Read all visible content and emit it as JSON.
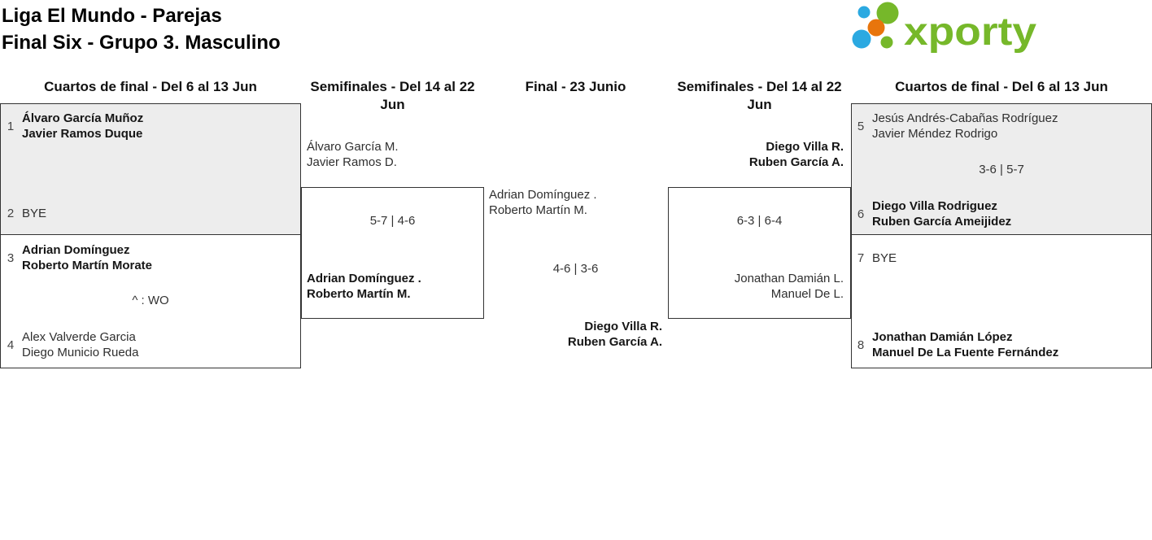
{
  "header": {
    "title_line1": "Liga El Mundo - Parejas",
    "title_line2": "Final Six - Grupo 3. Masculino"
  },
  "logo": {
    "brand": "xporty",
    "green": "#76b82a",
    "blue": "#2ba9e1",
    "orange": "#e8750c"
  },
  "colors": {
    "shaded_box": "#ededed",
    "border": "#333333"
  },
  "rounds": {
    "qf_left": "Cuartos de final - Del 6 al 13 Jun",
    "sf_left": "Semifinales - Del 14 al 22 Jun",
    "final": "Final - 23 Junio",
    "sf_right": "Semifinales - Del 14 al 22 Jun",
    "qf_right": "Cuartos de final - Del 6 al 13 Jun"
  },
  "matches": {
    "qf_left_top": {
      "seed_a": "1",
      "team_a_1": "Álvaro García Muñoz",
      "team_a_2": "Javier Ramos Duque",
      "seed_b": "2",
      "team_b_1": "BYE"
    },
    "qf_left_bottom": {
      "seed_a": "3",
      "team_a_1": "Adrian Domínguez",
      "team_a_2": "Roberto Martín Morate",
      "note": "^ : WO",
      "seed_b": "4",
      "team_b_1": "Alex Valverde Garcia",
      "team_b_2": "Diego Municio Rueda"
    },
    "sf_left": {
      "team_a_1": "Álvaro García M.",
      "team_a_2": "Javier Ramos D.",
      "score": "5-7 | 4-6",
      "team_b_1": "Adrian Domínguez .",
      "team_b_2": "Roberto Martín M."
    },
    "final": {
      "team_a_1": "Adrian Domínguez .",
      "team_a_2": "Roberto Martín M.",
      "score": "4-6 | 3-6",
      "team_b_1": "Diego Villa R.",
      "team_b_2": "Ruben García A."
    },
    "sf_right": {
      "team_a_1": "Diego Villa R.",
      "team_a_2": "Ruben García A.",
      "score": "6-3 | 6-4",
      "team_b_1": "Jonathan Damián L.",
      "team_b_2": "Manuel De L."
    },
    "qf_right_top": {
      "seed_a": "5",
      "team_a_1": "Jesús Andrés-Cabañas Rodríguez",
      "team_a_2": "Javier Méndez Rodrigo",
      "score": "3-6 | 5-7",
      "seed_b": "6",
      "team_b_1": "Diego Villa Rodriguez",
      "team_b_2": "Ruben García Ameijidez"
    },
    "qf_right_bottom": {
      "seed_a": "7",
      "team_a_1": "BYE",
      "seed_b": "8",
      "team_b_1": "Jonathan Damián López",
      "team_b_2": "Manuel De La Fuente Fernández"
    }
  }
}
